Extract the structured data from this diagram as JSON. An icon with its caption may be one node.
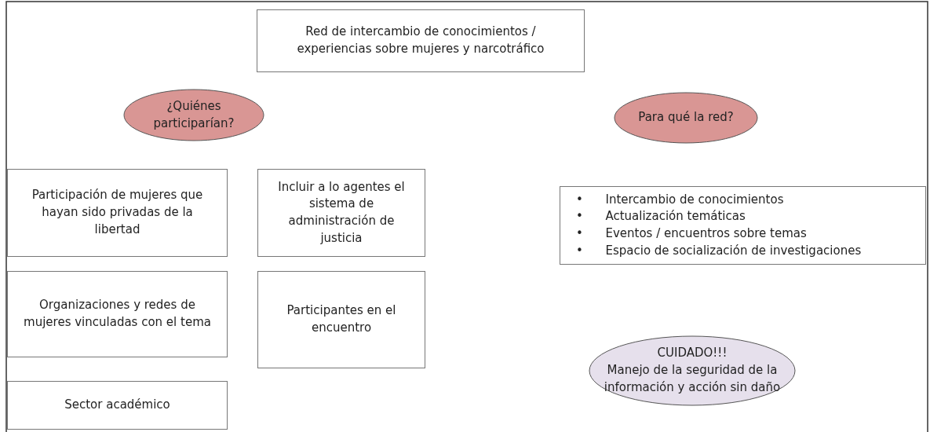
{
  "diagram": {
    "nodes": [
      {
        "text": [
          "Red de intercambio de conocimientos / experiencias sobre mujeres y narcotráfico"
        ]
      },
      {
        "text": [
          "¿Quiénes participarían?"
        ]
      },
      {
        "text": [
          "Para qué la red?"
        ]
      },
      {
        "text": [
          "Participación de mujeres que hayan sido privadas de la libertad"
        ]
      },
      {
        "text": [
          "Incluir a lo agentes el sistema de administración de justicia"
        ]
      },
      {
        "text": [
          "Organizaciones y redes de mujeres vinculadas con el tema"
        ]
      },
      {
        "text": [
          "Participantes en el encuentro"
        ]
      },
      {
        "text": [
          "Sector académico"
        ]
      },
      {
        "text": [
          "•      Intercambio de conocimientos",
          "•      Actualización temáticas",
          "•      Eventos / encuentros sobre temas",
          "•      Espacio de socialización de investigaciones"
        ]
      },
      {
        "text": [
          "CUIDADO!!!",
          "Manejo de la seguridad de la información y acción sin daño"
        ]
      }
    ]
  }
}
